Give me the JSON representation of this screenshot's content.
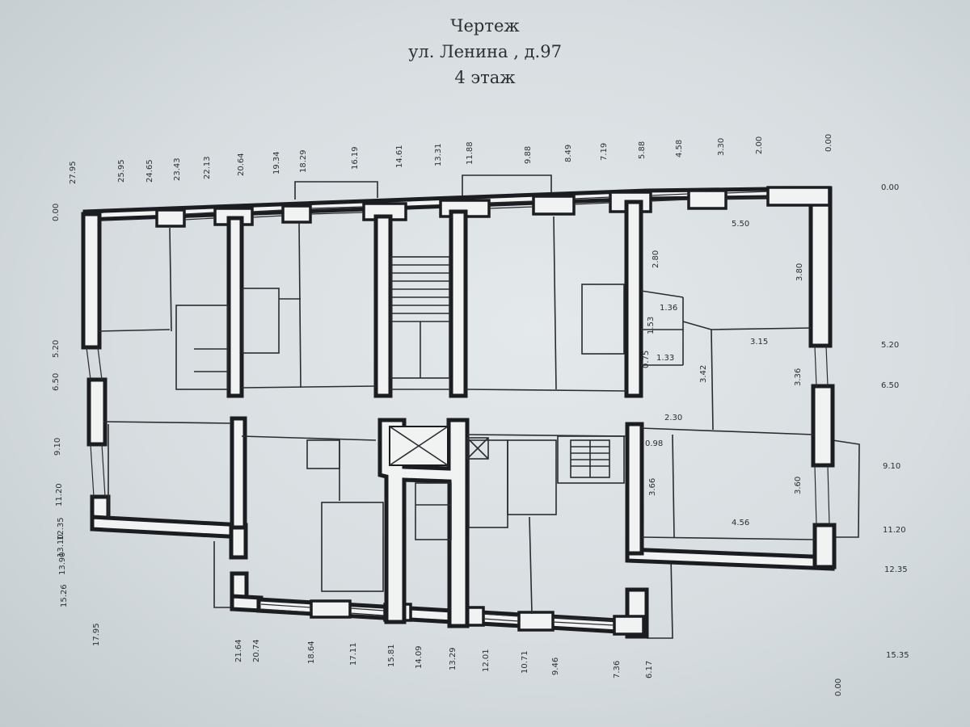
{
  "title": {
    "line1": "Чертеж",
    "line2": "ул. Ленина , д.97",
    "line3": "4 этаж"
  },
  "dims_top": [
    "27.95",
    "25.95",
    "24.65",
    "23.43",
    "22.13",
    "20.64",
    "19.34",
    "18.29",
    "16.19",
    "14.61",
    "13.31",
    "11.88",
    "9.88",
    "8.49",
    "7.19",
    "5.88",
    "4.58",
    "3.30",
    "2.00",
    "0.00"
  ],
  "dims_bottom": [
    "21.64",
    "20.74",
    "18.64",
    "17.11",
    "15.81",
    "14.09",
    "13.29",
    "12.01",
    "10.71",
    "9.46",
    "7.36",
    "6.17",
    "0.00"
  ],
  "dims_left": [
    "0.00",
    "5.20",
    "6.50",
    "9.10",
    "11.20",
    "12.35",
    "13.10",
    "13.90",
    "15.26",
    "17.95"
  ],
  "dims_right": [
    "0.00",
    "5.20",
    "6.50",
    "9.10",
    "11.20",
    "12.35",
    "15.35"
  ],
  "room_dims": [
    "5.50",
    "2.80",
    "3.80",
    "1.36",
    "1.53",
    "1.33",
    "0.75",
    "3.15",
    "3.42",
    "3.36",
    "2.30",
    "0.98",
    "3.66",
    "3.60",
    "4.56"
  ],
  "colors": {
    "wall": "#1b1d21",
    "paper": "#e4e9eb"
  }
}
